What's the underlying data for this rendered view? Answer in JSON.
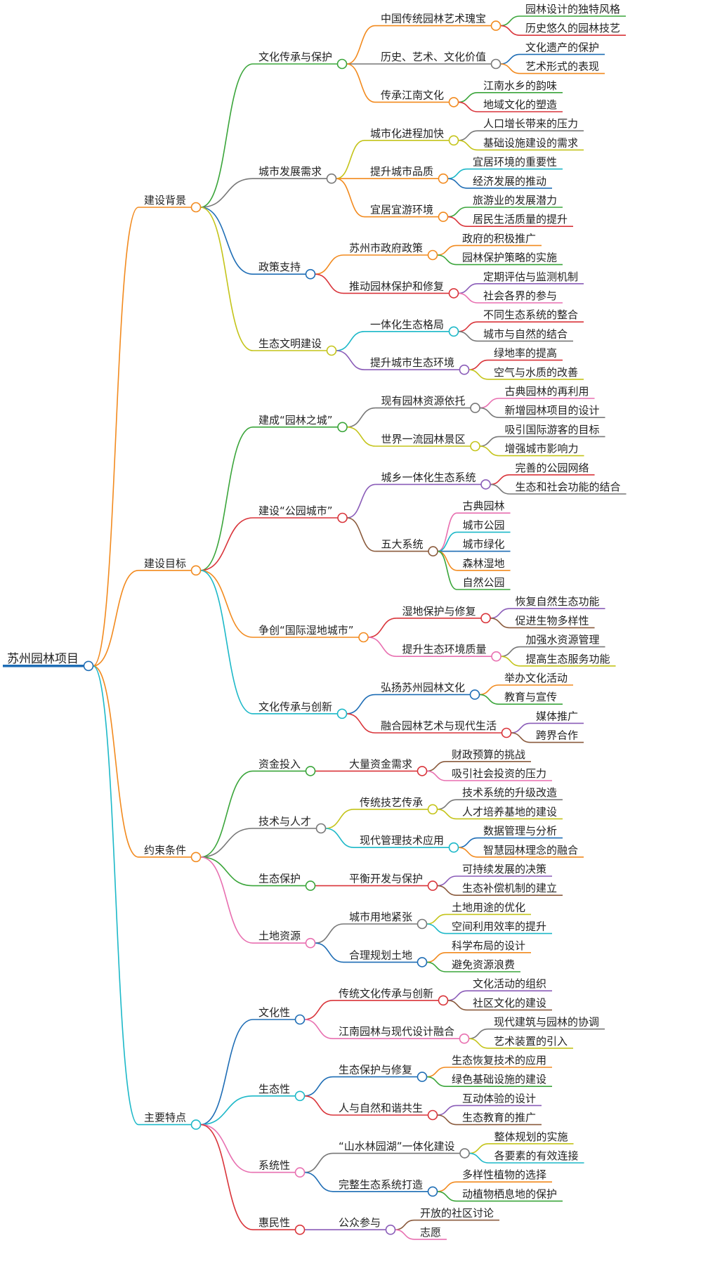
{
  "root": {
    "label": "苏州园林项目",
    "color": "#1e6db5",
    "children": [
      {
        "label": "建设背景",
        "color": "#f28a1e",
        "children": [
          {
            "label": "文化传承与保护",
            "color": "#3aa53a",
            "children": [
              {
                "label": "中国传统园林艺术瑰宝",
                "color": "#f28a1e",
                "children": [
                  {
                    "label": "园林设计的独特风格",
                    "color": "#3aa53a"
                  },
                  {
                    "label": "历史悠久的园林技艺",
                    "color": "#d9343a"
                  }
                ]
              },
              {
                "label": "历史、艺术、文化价值",
                "color": "#777777",
                "children": [
                  {
                    "label": "文化遗产的保护",
                    "color": "#1e6db5"
                  },
                  {
                    "label": "艺术形式的表现",
                    "color": "#f28a1e"
                  }
                ]
              },
              {
                "label": "传承江南文化",
                "color": "#f28a1e",
                "children": [
                  {
                    "label": "江南水乡的韵味",
                    "color": "#3aa53a"
                  },
                  {
                    "label": "地域文化的塑造",
                    "color": "#d9343a"
                  }
                ]
              }
            ]
          },
          {
            "label": "城市发展需求",
            "color": "#777777",
            "children": [
              {
                "label": "城市化进程加快",
                "color": "#c4c41a",
                "children": [
                  {
                    "label": "人口增长带来的压力",
                    "color": "#777777"
                  },
                  {
                    "label": "基础设施建设的需求",
                    "color": "#c4c41a"
                  }
                ]
              },
              {
                "label": "提升城市品质",
                "color": "#f28a1e",
                "children": [
                  {
                    "label": "宜居环境的重要性",
                    "color": "#1cb8c8"
                  },
                  {
                    "label": "经济发展的推动",
                    "color": "#1e6db5"
                  }
                ]
              },
              {
                "label": "宜居宜游环境",
                "color": "#f28a1e",
                "children": [
                  {
                    "label": "旅游业的发展潜力",
                    "color": "#3aa53a"
                  },
                  {
                    "label": "居民生活质量的提升",
                    "color": "#d9343a"
                  }
                ]
              }
            ]
          },
          {
            "label": "政策支持",
            "color": "#1e6db5",
            "children": [
              {
                "label": "苏州市政府政策",
                "color": "#f28a1e",
                "children": [
                  {
                    "label": "政府的积极推广",
                    "color": "#f28a1e"
                  },
                  {
                    "label": "园林保护策略的实施",
                    "color": "#3aa53a"
                  }
                ]
              },
              {
                "label": "推动园林保护和修复",
                "color": "#d9343a",
                "children": [
                  {
                    "label": "定期评估与监测机制",
                    "color": "#8a5cb8"
                  },
                  {
                    "label": "社会各界的参与",
                    "color": "#e86fb0"
                  }
                ]
              }
            ]
          },
          {
            "label": "生态文明建设",
            "color": "#c4c41a",
            "children": [
              {
                "label": "一体化生态格局",
                "color": "#1cb8c8",
                "children": [
                  {
                    "label": "不同生态系统的整合",
                    "color": "#d9343a"
                  },
                  {
                    "label": "城市与自然的结合",
                    "color": "#777777"
                  }
                ]
              },
              {
                "label": "提升城市生态环境",
                "color": "#8a5cb8",
                "children": [
                  {
                    "label": "绿地率的提高",
                    "color": "#d9343a"
                  },
                  {
                    "label": "空气与水质的改善",
                    "color": "#c4c41a"
                  }
                ]
              }
            ]
          }
        ]
      },
      {
        "label": "建设目标",
        "color": "#f28a1e",
        "children": [
          {
            "label": "建成“园林之城”",
            "color": "#3aa53a",
            "children": [
              {
                "label": "现有园林资源依托",
                "color": "#777777",
                "children": [
                  {
                    "label": "古典园林的再利用",
                    "color": "#e86fb0"
                  },
                  {
                    "label": "新增园林项目的设计",
                    "color": "#777777"
                  }
                ]
              },
              {
                "label": "世界一流园林景区",
                "color": "#c4c41a",
                "children": [
                  {
                    "label": "吸引国际游客的目标",
                    "color": "#777777"
                  },
                  {
                    "label": "增强城市影响力",
                    "color": "#c4c41a"
                  }
                ]
              }
            ]
          },
          {
            "label": "建设“公园城市”",
            "color": "#d9343a",
            "children": [
              {
                "label": "城乡一体化生态系统",
                "color": "#8a5cb8",
                "children": [
                  {
                    "label": "完善的公园网络",
                    "color": "#d9343a"
                  },
                  {
                    "label": "生态和社会功能的结合",
                    "color": "#777777"
                  }
                ]
              },
              {
                "label": "五大系统",
                "color": "#8a5a3c",
                "children": [
                  {
                    "label": "古典园林",
                    "color": "#e86fb0"
                  },
                  {
                    "label": "城市公园",
                    "color": "#1cb8c8"
                  },
                  {
                    "label": "城市绿化",
                    "color": "#1e6db5"
                  },
                  {
                    "label": "森林湿地",
                    "color": "#f28a1e"
                  },
                  {
                    "label": "自然公园",
                    "color": "#3aa53a"
                  }
                ]
              }
            ]
          },
          {
            "label": "争创“国际湿地城市”",
            "color": "#f28a1e",
            "children": [
              {
                "label": "湿地保护与修复",
                "color": "#d9343a",
                "children": [
                  {
                    "label": "恢复自然生态功能",
                    "color": "#8a5cb8"
                  },
                  {
                    "label": "促进生物多样性",
                    "color": "#8a5a3c"
                  }
                ]
              },
              {
                "label": "提升生态环境质量",
                "color": "#e86fb0",
                "children": [
                  {
                    "label": "加强水资源管理",
                    "color": "#777777"
                  },
                  {
                    "label": "提高生态服务功能",
                    "color": "#c4c41a"
                  }
                ]
              }
            ]
          },
          {
            "label": "文化传承与创新",
            "color": "#1cb8c8",
            "children": [
              {
                "label": "弘扬苏州园林文化",
                "color": "#1e6db5",
                "children": [
                  {
                    "label": "举办文化活动",
                    "color": "#f28a1e"
                  },
                  {
                    "label": "教育与宣传",
                    "color": "#3aa53a"
                  }
                ]
              },
              {
                "label": "融合园林艺术与现代生活",
                "color": "#d9343a",
                "children": [
                  {
                    "label": "媒体推广",
                    "color": "#8a5cb8"
                  },
                  {
                    "label": "跨界合作",
                    "color": "#8a5a3c"
                  }
                ]
              }
            ]
          }
        ]
      },
      {
        "label": "约束条件",
        "color": "#f28a1e",
        "children": [
          {
            "label": "资金投入",
            "color": "#3aa53a",
            "children": [
              {
                "label": "大量资金需求",
                "color": "#d9343a",
                "children": [
                  {
                    "label": "财政预算的挑战",
                    "color": "#8a5a3c"
                  },
                  {
                    "label": "吸引社会投资的压力",
                    "color": "#e86fb0"
                  }
                ]
              }
            ]
          },
          {
            "label": "技术与人才",
            "color": "#777777",
            "children": [
              {
                "label": "传统技艺传承",
                "color": "#c4c41a",
                "children": [
                  {
                    "label": "技术系统的升级改造",
                    "color": "#777777"
                  },
                  {
                    "label": "人才培养基地的建设",
                    "color": "#c4c41a"
                  }
                ]
              },
              {
                "label": "现代管理技术应用",
                "color": "#1cb8c8",
                "children": [
                  {
                    "label": "数据管理与分析",
                    "color": "#1e6db5"
                  },
                  {
                    "label": "智慧园林理念的融合",
                    "color": "#f28a1e"
                  }
                ]
              }
            ]
          },
          {
            "label": "生态保护",
            "color": "#3aa53a",
            "children": [
              {
                "label": "平衡开发与保护",
                "color": "#d9343a",
                "children": [
                  {
                    "label": "可持续发展的决策",
                    "color": "#8a5cb8"
                  },
                  {
                    "label": "生态补偿机制的建立",
                    "color": "#8a5a3c"
                  }
                ]
              }
            ]
          },
          {
            "label": "土地资源",
            "color": "#e86fb0",
            "children": [
              {
                "label": "城市用地紧张",
                "color": "#777777",
                "children": [
                  {
                    "label": "土地用途的优化",
                    "color": "#c4c41a"
                  },
                  {
                    "label": "空间利用效率的提升",
                    "color": "#1cb8c8"
                  }
                ]
              },
              {
                "label": "合理规划土地",
                "color": "#1e6db5",
                "children": [
                  {
                    "label": "科学布局的设计",
                    "color": "#f28a1e"
                  },
                  {
                    "label": "避免资源浪费",
                    "color": "#3aa53a"
                  }
                ]
              }
            ]
          }
        ]
      },
      {
        "label": "主要特点",
        "color": "#1cb8c8",
        "children": [
          {
            "label": "文化性",
            "color": "#1e6db5",
            "children": [
              {
                "label": "传统文化传承与创新",
                "color": "#d9343a",
                "children": [
                  {
                    "label": "文化活动的组织",
                    "color": "#8a5cb8"
                  },
                  {
                    "label": "社区文化的建设",
                    "color": "#8a5a3c"
                  }
                ]
              },
              {
                "label": "江南园林与现代设计融合",
                "color": "#e86fb0",
                "children": [
                  {
                    "label": "现代建筑与园林的协调",
                    "color": "#777777"
                  },
                  {
                    "label": "艺术装置的引入",
                    "color": "#c4c41a"
                  }
                ]
              }
            ]
          },
          {
            "label": "生态性",
            "color": "#1cb8c8",
            "children": [
              {
                "label": "生态保护与修复",
                "color": "#1e6db5",
                "children": [
                  {
                    "label": "生态恢复技术的应用",
                    "color": "#f28a1e"
                  },
                  {
                    "label": "绿色基础设施的建设",
                    "color": "#3aa53a"
                  }
                ]
              },
              {
                "label": "人与自然和谐共生",
                "color": "#d9343a",
                "children": [
                  {
                    "label": "互动体验的设计",
                    "color": "#8a5cb8"
                  },
                  {
                    "label": "生态教育的推广",
                    "color": "#8a5a3c"
                  }
                ]
              }
            ]
          },
          {
            "label": "系统性",
            "color": "#e86fb0",
            "children": [
              {
                "label": "“山水林园湖”一体化建设",
                "color": "#777777",
                "children": [
                  {
                    "label": "整体规划的实施",
                    "color": "#c4c41a"
                  },
                  {
                    "label": "各要素的有效连接",
                    "color": "#1cb8c8"
                  }
                ]
              },
              {
                "label": "完整生态系统打造",
                "color": "#1e6db5",
                "children": [
                  {
                    "label": "多样性植物的选择",
                    "color": "#f28a1e"
                  },
                  {
                    "label": "动植物栖息地的保护",
                    "color": "#3aa53a"
                  }
                ]
              }
            ]
          },
          {
            "label": "惠民性",
            "color": "#d9343a",
            "children": [
              {
                "label": "公众参与",
                "color": "#8a5cb8",
                "children": [
                  {
                    "label": "开放的社区讨论",
                    "color": "#8a5a3c"
                  },
                  {
                    "label": "志愿",
                    "color": "#e86fb0"
                  }
                ]
              }
            ]
          }
        ]
      }
    ]
  }
}
